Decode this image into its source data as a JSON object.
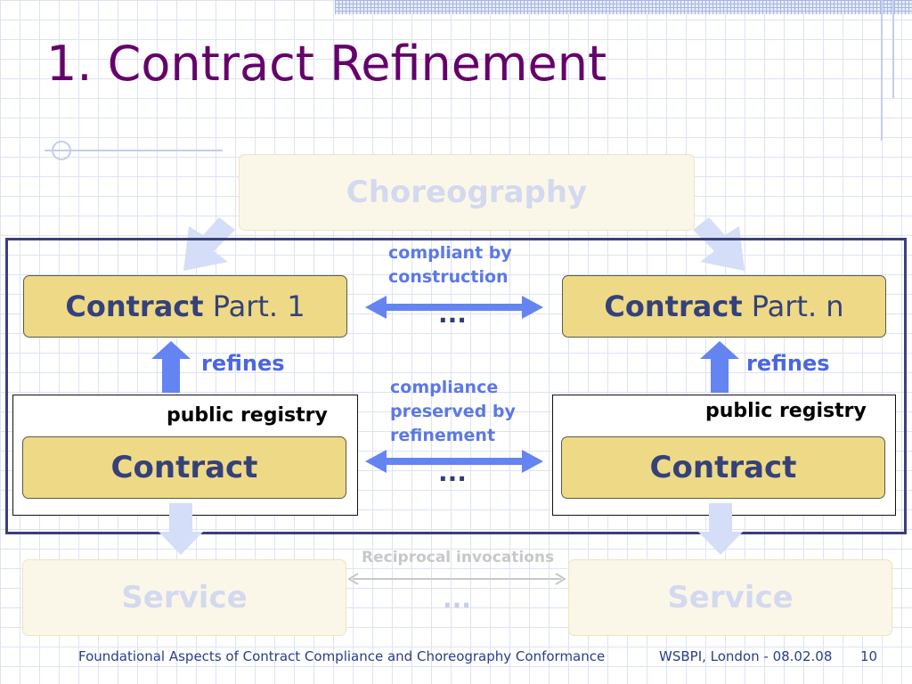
{
  "slide": {
    "title": "1. Contract Refinement",
    "footer_left": "Foundational Aspects of Contract Compliance and Choreography Conformance",
    "footer_right": "WSBPI, London - 08.02.08",
    "page_number": "10"
  },
  "diagram": {
    "choreography": "Choreography",
    "left_party": {
      "bold": "Contract",
      "rest": "Part. 1"
    },
    "right_party": {
      "bold": "Contract",
      "rest": "Part. n"
    },
    "compliant_note": [
      "compliant by",
      "construction"
    ],
    "preserved_note": [
      "compliance",
      "preserved by",
      "refinement"
    ],
    "refines_left": "refines",
    "refines_right": "refines",
    "registry_left": "public registry",
    "registry_right": "public registry",
    "contract_left": "Contract",
    "contract_right": "Contract",
    "dots_top": "...",
    "dots_mid": "...",
    "dots_bottom": "...",
    "reciprocal": "Reciprocal invocations",
    "service_left": "Service",
    "service_right": "Service"
  },
  "colors": {
    "title": "#66006b",
    "contract_fill": "#eed987",
    "contract_text": "#34417a",
    "arrow": "#6484f2",
    "faded_arrow": "#d5def8",
    "frame": "#3b3f7c",
    "note_text": "#5c78e6"
  }
}
